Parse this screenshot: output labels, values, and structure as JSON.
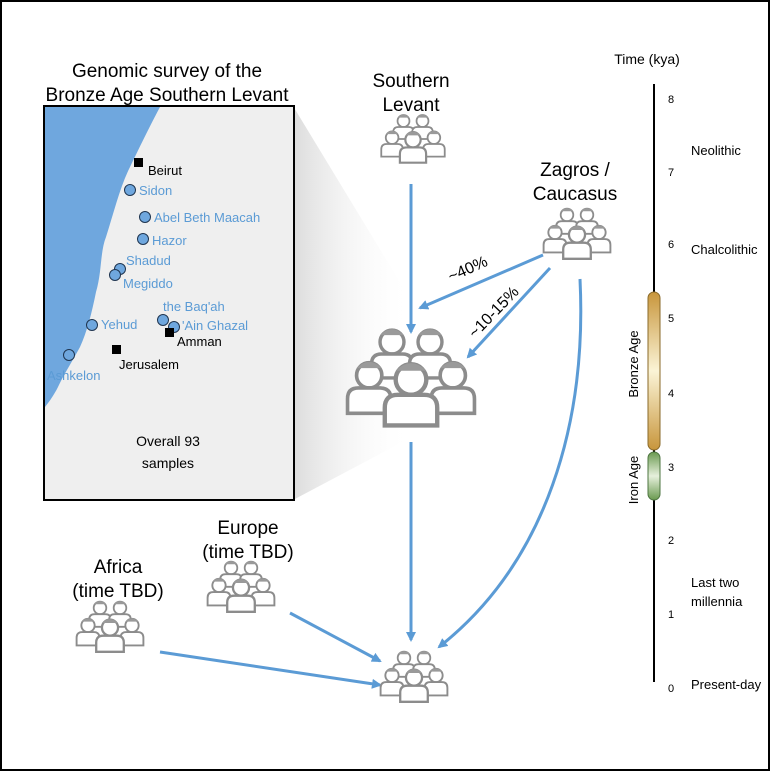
{
  "map": {
    "title_line1": "Genomic survey of the",
    "title_line2": "Bronze Age Southern Levant",
    "samples_line1": "Overall 93",
    "samples_line2": "samples",
    "sites": [
      {
        "label": "Beirut",
        "kind": "city"
      },
      {
        "label": "Sidon",
        "kind": "site"
      },
      {
        "label": "Abel Beth Maacah",
        "kind": "site"
      },
      {
        "label": "Hazor",
        "kind": "site"
      },
      {
        "label": "Shadud",
        "kind": "site"
      },
      {
        "label": "Megiddo",
        "kind": "site"
      },
      {
        "label": "the Baq'ah",
        "kind": "site"
      },
      {
        "label": "'Ain Ghazal",
        "kind": "site"
      },
      {
        "label": "Yehud",
        "kind": "site"
      },
      {
        "label": "Amman",
        "kind": "city"
      },
      {
        "label": "Jerusalem",
        "kind": "city"
      },
      {
        "label": "Ashkelon",
        "kind": "site"
      }
    ]
  },
  "populations": {
    "southern_levant_line1": "Southern",
    "southern_levant_line2": "Levant",
    "zagros_line1": "Zagros /",
    "zagros_line2": "Caucasus",
    "europe_line1": "Europe",
    "europe_line2": "(time TBD)",
    "africa_line1": "Africa",
    "africa_line2": "(time TBD)"
  },
  "admixture": {
    "label_40": "~40%",
    "label_10_15": "~10-15%"
  },
  "timeline": {
    "title": "Time (kya)",
    "ticks": [
      "8",
      "7",
      "6",
      "5",
      "4",
      "3",
      "2",
      "1",
      "0"
    ],
    "periods": [
      "Neolithic",
      "Chalcolithic",
      "Last two",
      "millennia",
      "Present-day"
    ],
    "bars": [
      "Bronze Age",
      "Iron Age"
    ]
  },
  "colors": {
    "sea": "#6fa7de",
    "land": "#efefef",
    "site_marker": "#6fa7de",
    "arrow": "#5b9bd5",
    "people": "#8c8c8c",
    "bronze": "#c8963c",
    "iron": "#6a9a50"
  }
}
